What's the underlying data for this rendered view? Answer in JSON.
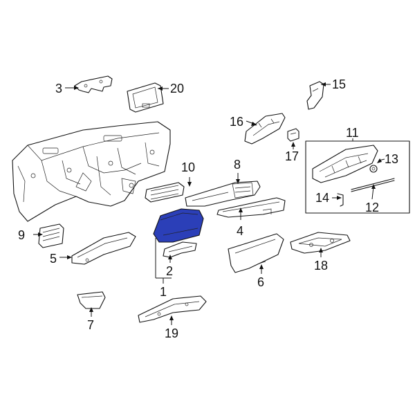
{
  "highlight_color": "#2b3fb8",
  "highlighted_part": "1",
  "callouts": [
    "1",
    "2",
    "3",
    "4",
    "5",
    "6",
    "7",
    "8",
    "9",
    "10",
    "11",
    "12",
    "13",
    "14",
    "15",
    "16",
    "17",
    "18",
    "19",
    "20"
  ]
}
